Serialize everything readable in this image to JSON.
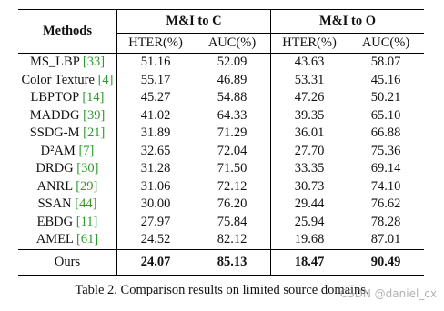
{
  "table": {
    "methods_header": "Methods",
    "groups": [
      "M&I to C",
      "M&I to O"
    ],
    "metrics": [
      "HTER(%)",
      "AUC(%)",
      "HTER(%)",
      "AUC(%)"
    ],
    "rows": [
      {
        "name": "MS_LBP",
        "cite": "[33]",
        "vals": [
          "51.16",
          "52.09",
          "43.63",
          "58.07"
        ]
      },
      {
        "name": "Color Texture",
        "cite": "[4]",
        "vals": [
          "55.17",
          "46.89",
          "53.31",
          "45.16"
        ]
      },
      {
        "name": "LBPTOP",
        "cite": "[14]",
        "vals": [
          "45.27",
          "54.88",
          "47.26",
          "50.21"
        ]
      },
      {
        "name": "MADDG",
        "cite": "[39]",
        "vals": [
          "41.02",
          "64.33",
          "39.35",
          "65.10"
        ]
      },
      {
        "name": "SSDG-M",
        "cite": "[21]",
        "vals": [
          "31.89",
          "71.29",
          "36.01",
          "66.88"
        ]
      },
      {
        "name": "D²AM",
        "cite": "[7]",
        "vals": [
          "32.65",
          "72.04",
          "27.70",
          "75.36"
        ]
      },
      {
        "name": "DRDG",
        "cite": "[30]",
        "vals": [
          "31.28",
          "71.50",
          "33.35",
          "69.14"
        ]
      },
      {
        "name": "ANRL",
        "cite": "[29]",
        "vals": [
          "31.06",
          "72.12",
          "30.73",
          "74.10"
        ]
      },
      {
        "name": "SSAN",
        "cite": "[44]",
        "vals": [
          "30.00",
          "76.20",
          "29.44",
          "76.62"
        ]
      },
      {
        "name": "EBDG",
        "cite": "[11]",
        "vals": [
          "27.97",
          "75.84",
          "25.94",
          "78.28"
        ]
      },
      {
        "name": "AMEL",
        "cite": "[61]",
        "vals": [
          "24.52",
          "82.12",
          "19.68",
          "87.01"
        ]
      }
    ],
    "ours": {
      "name": "Ours",
      "vals": [
        "24.07",
        "85.13",
        "18.47",
        "90.49"
      ]
    }
  },
  "caption": "Table 2. Comparison results on limited source domains.",
  "watermark": "CSDN @daniel_cx",
  "colors": {
    "citation": "#2e9a2e"
  }
}
